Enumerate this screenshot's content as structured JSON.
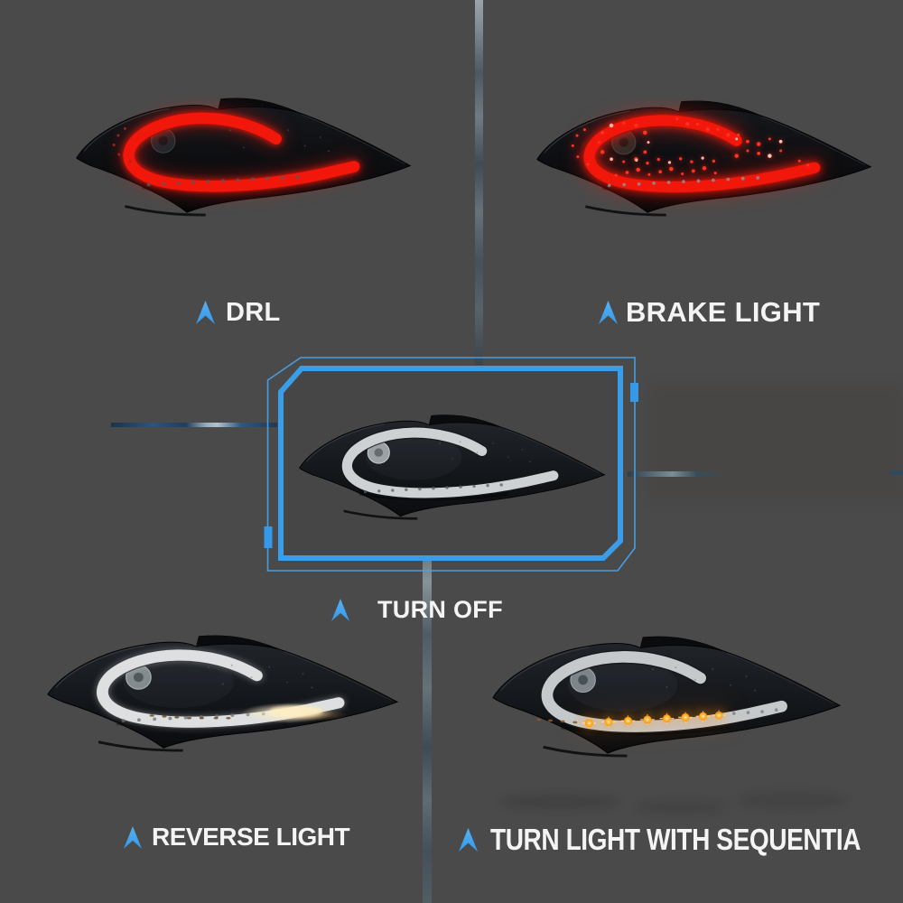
{
  "theme": {
    "background": "#4a4a4a",
    "accent_blue": "#3598e8",
    "accent_blue_light": "#56b2f2",
    "frame_blue": "#3b9ce8",
    "caption_color": "#f4f4f4",
    "chevron_icon": "chevron-up"
  },
  "modes": [
    {
      "label": "DRL",
      "mode": "drl",
      "tube": "#f2170b"
    },
    {
      "label": "BRAKE LIGHT",
      "mode": "brake",
      "tube": "#f2170b",
      "led": "#ff3a20"
    },
    {
      "label": "TURN OFF",
      "mode": "off",
      "tube": "#cdd1d3",
      "highlighted": true
    },
    {
      "label": "REVERSE LIGHT",
      "mode": "reverse",
      "tube": "#dddfe0",
      "lit": "#ffeec2"
    },
    {
      "label": "TURN LIGHT WITH SEQUENTIA",
      "mode": "turn",
      "tube": "#c5c9cb",
      "led": "#ffa114"
    }
  ]
}
